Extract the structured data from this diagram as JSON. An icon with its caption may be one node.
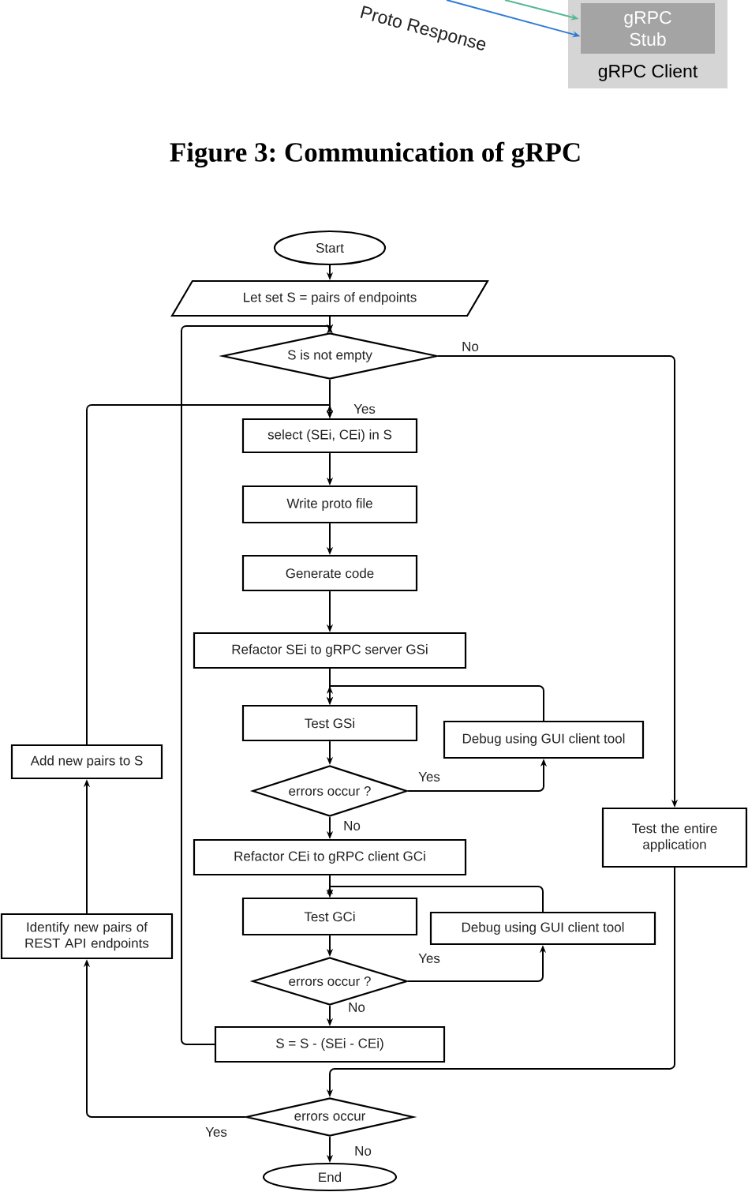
{
  "diagram": {
    "caption": "Figure 3: Communication of gRPC",
    "nodes": [
      {
        "text": [
          "gRPC Client"
        ]
      },
      {
        "text": [
          "gRPC Stub"
        ],
        "in": 0
      },
      {
        "text": [
          "Start"
        ]
      },
      {
        "text": [
          "Let set S = pairs of endpoints"
        ]
      },
      {
        "text": [
          "S is not empty"
        ]
      },
      {
        "text": [
          "select (SEi, CEi) in S"
        ]
      },
      {
        "text": [
          "Write proto file"
        ]
      },
      {
        "text": [
          "Generate code"
        ]
      },
      {
        "text": [
          "Refactor SEi to gRPC server GSi"
        ]
      },
      {
        "text": [
          "Test GSi"
        ]
      },
      {
        "text": [
          "Debug using GUI client tool"
        ]
      },
      {
        "text": [
          "errors occur ?"
        ]
      },
      {
        "text": [
          "Refactor CEi to gRPC client GCi"
        ]
      },
      {
        "text": [
          "Test GCi"
        ]
      },
      {
        "text": [
          "Debug using GUI client tool"
        ]
      },
      {
        "text": [
          "errors occur ?"
        ]
      },
      {
        "text": [
          "S = S - (SEi - CEi)"
        ]
      },
      {
        "text": [
          "errors occur"
        ]
      },
      {
        "text": [
          "End"
        ]
      },
      {
        "text": [
          "Test the entire application"
        ]
      },
      {
        "text": [
          "Add new pairs to S"
        ]
      },
      {
        "text": [
          "Identify new pairs of REST API endpoints"
        ]
      }
    ],
    "edges": [
      {
        "from": null,
        "to": 1,
        "arrow": "to",
        "label": "Proto Response",
        "color": "#2e7bd6"
      },
      {
        "from": null,
        "to": 1,
        "arrow": "to",
        "color": "#57b894"
      },
      {
        "from": 2,
        "to": 3,
        "arrow": "to"
      },
      {
        "from": 3,
        "to": 4,
        "arrow": "to"
      },
      {
        "from": 4,
        "to": 5,
        "arrow": "to",
        "label": "Yes"
      },
      {
        "from": 4,
        "to": 19,
        "arrow": "to",
        "label": "No"
      },
      {
        "from": 5,
        "to": 6,
        "arrow": "to"
      },
      {
        "from": 6,
        "to": 7,
        "arrow": "to"
      },
      {
        "from": 7,
        "to": 8,
        "arrow": "to"
      },
      {
        "from": 8,
        "to": 9,
        "arrow": "to"
      },
      {
        "from": 9,
        "to": 11,
        "arrow": "to"
      },
      {
        "from": 11,
        "to": 10,
        "arrow": "to",
        "label": "Yes"
      },
      {
        "from": 10,
        "to": 9,
        "arrow": "to"
      },
      {
        "from": 11,
        "to": 12,
        "arrow": "to",
        "label": "No"
      },
      {
        "from": 12,
        "to": 13,
        "arrow": "to"
      },
      {
        "from": 13,
        "to": 15,
        "arrow": "to"
      },
      {
        "from": 15,
        "to": 14,
        "arrow": "to",
        "label": "Yes"
      },
      {
        "from": 14,
        "to": 13,
        "arrow": "to"
      },
      {
        "from": 15,
        "to": 16,
        "arrow": "to",
        "label": "No"
      },
      {
        "from": 16,
        "to": 4,
        "arrow": "to"
      },
      {
        "from": 19,
        "to": 17,
        "arrow": "to"
      },
      {
        "from": 17,
        "to": 21,
        "arrow": "to",
        "label": "Yes"
      },
      {
        "from": 17,
        "to": 18,
        "arrow": "to",
        "label": "No"
      },
      {
        "from": 21,
        "to": 20,
        "arrow": "to"
      },
      {
        "from": 20,
        "to": 5,
        "arrow": "to"
      }
    ]
  }
}
